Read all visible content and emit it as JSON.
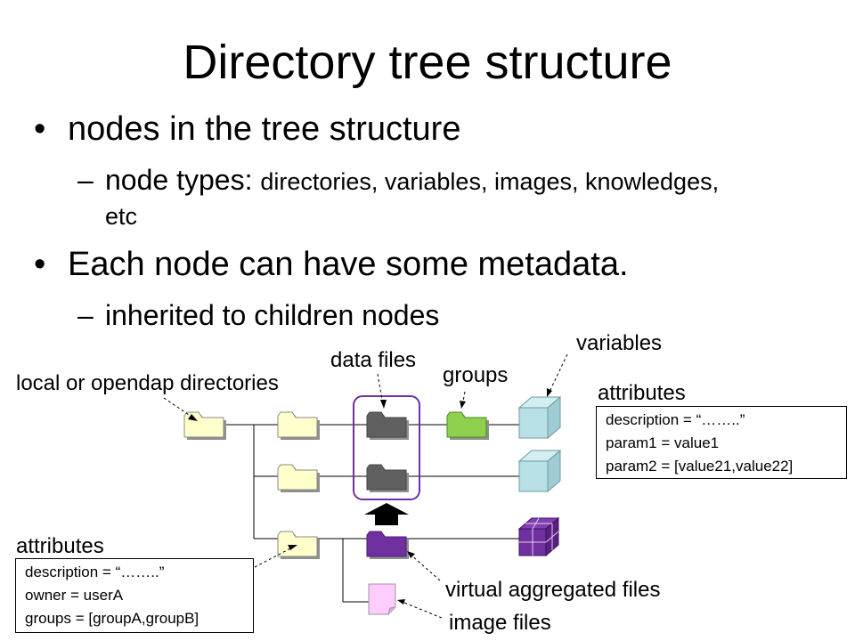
{
  "title": "Directory tree structure",
  "bullets": [
    {
      "text": "nodes in the tree structure",
      "sub": {
        "prefix": "node types: ",
        "rest": "directories, variables, images, knowledges,",
        "cont": "etc"
      }
    },
    {
      "text": "Each node can have some metadata.",
      "sub": {
        "text": "inherited to children nodes"
      }
    }
  ],
  "bullet_glyph": "•",
  "dash_glyph": "–",
  "labels": {
    "local_dirs": "local or opendap directories",
    "data_files": "data files",
    "groups": "groups",
    "variables": "variables",
    "attributes_right": "attributes",
    "attributes_left": "attributes",
    "virtual_files": "virtual aggregated files",
    "image_files": "image files"
  },
  "attr_box_right": {
    "lines": [
      "description = “……..”",
      "param1 = value1",
      "param2 = [value21,value22]"
    ]
  },
  "attr_box_left": {
    "lines": [
      "description = “……..”",
      "owner = userA",
      "groups = [groupA,groupB]"
    ]
  },
  "colors": {
    "directory_folder": "#ffffcc",
    "data_file_folder": "#606060",
    "group_folder": "#8fd14f",
    "virtual_folder": "#7030a0",
    "variable_cube": "#b9e0e6",
    "virtual_cube": "#7030a0",
    "image_file": "#ffccff",
    "data_files_outline": "#7030a0",
    "arrow": "#000000"
  },
  "icons": [
    "folder-icon",
    "cube-icon",
    "image-file-icon",
    "up-arrow-icon"
  ]
}
